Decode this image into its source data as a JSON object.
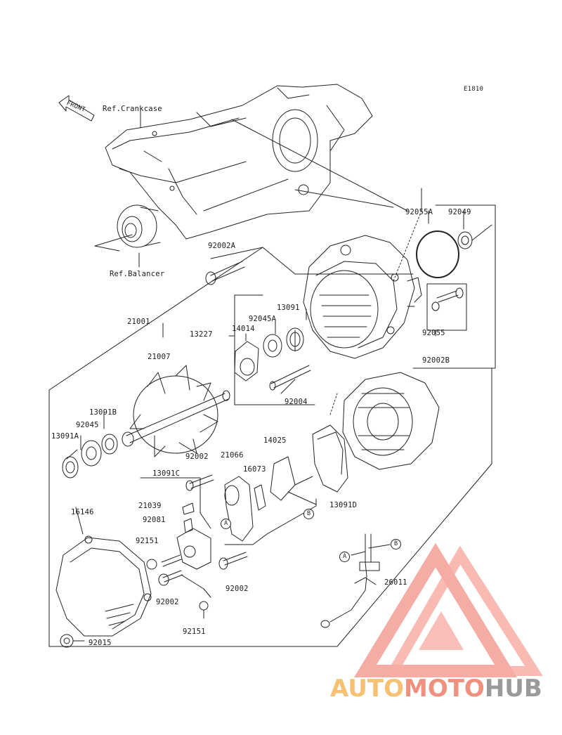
{
  "diagram_code": "E1810",
  "refs": {
    "front": "FRONT",
    "crankcase": "Ref.Crankcase",
    "balancer": "Ref.Balancer"
  },
  "parts": {
    "p92055A": "92055A",
    "p92049": "92049",
    "p92002A": "92002A",
    "p21001": "21001",
    "p13091": "13091",
    "p92045A": "92045A",
    "p14014": "14014",
    "p13227": "13227",
    "p92055": "92055",
    "p92002B": "92002B",
    "p21007": "21007",
    "p92004": "92004",
    "p13091B": "13091B",
    "p92045": "92045",
    "p13091A": "13091A",
    "p14025": "14025",
    "p92002_1": "92002",
    "p21066": "21066",
    "p16073": "16073",
    "p13091C": "13091C",
    "p13091D": "13091D",
    "p21039": "21039",
    "p92081": "92081",
    "p16146": "16146",
    "p92151_1": "92151",
    "p92002_2": "92002",
    "p92002_3": "92002",
    "p92151_2": "92151",
    "p26011": "26011",
    "p92015": "92015"
  },
  "markers": {
    "a1": "A",
    "b1": "B",
    "a2": "A",
    "b2": "B"
  },
  "watermark": {
    "part1": "AUTO",
    "part2": "MOTO",
    "part3": "HUB",
    "colors": {
      "auto": "#f7c173",
      "moto": "#f0917f",
      "hub": "#9a9a9a",
      "logo": "#ee6a5a"
    }
  }
}
